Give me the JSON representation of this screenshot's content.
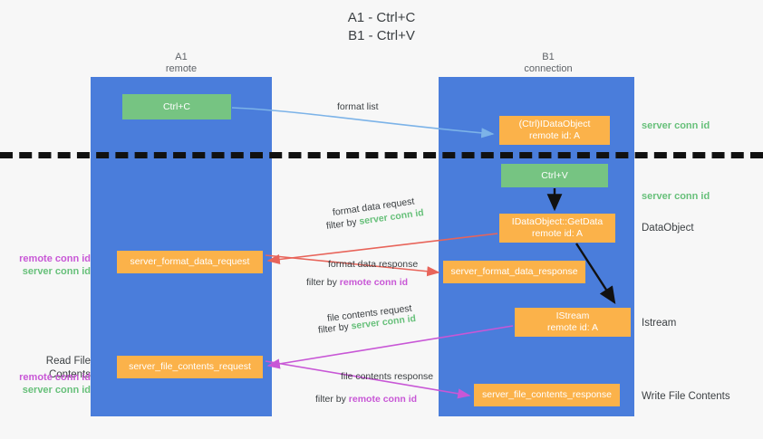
{
  "title": "A1 - Ctrl+C\nB1 - Ctrl+V",
  "lanes": [
    {
      "name": "a1",
      "title": "A1",
      "subtitle": "remote",
      "header": "A1\nremote"
    },
    {
      "name": "b1",
      "title": "B1",
      "subtitle": "connection",
      "header": "B1\nconnection"
    }
  ],
  "boxes": {
    "ctrl_c": "Ctrl+C",
    "idataobject": "(Ctrl)IDataObject\nremote id: A",
    "ctrl_v": "Ctrl+V",
    "getdata": "IDataObject::GetData\nremote id: A",
    "istream": "IStream\nremote id: A",
    "server_format_data_request": "server_format_data_request",
    "server_format_data_response": "server_format_data_response",
    "server_file_contents_request": "server_file_contents_request",
    "server_file_contents_response": "server_file_contents_response"
  },
  "captions": {
    "format_list": "format list",
    "format_data_request": "format data request",
    "format_data_response": "format data response",
    "file_contents_request": "file contents request",
    "file_contents_response": "file contents response",
    "filter_by": "filter by ",
    "server_conn_id": "server conn id",
    "remote_conn_id": "remote conn id"
  },
  "side_labels": {
    "server_conn_id": "server conn id",
    "remote_conn_id": "remote conn id",
    "dataobject": "DataObject",
    "istream": "Istream",
    "write_file_contents": "Write File Contents",
    "read_file_contents": "Read File Contents"
  },
  "colors": {
    "lane": "#4a7ddb",
    "green_box": "#76c482",
    "orange_box": "#fbb24a",
    "server_conn_id": "#67c07a",
    "remote_conn_id": "#c857d6",
    "arrow_blue": "#7cb3e8",
    "arrow_red": "#e8645a",
    "arrow_magenta": "#c857d6",
    "arrow_black": "#111111",
    "background": "#f7f7f7"
  }
}
